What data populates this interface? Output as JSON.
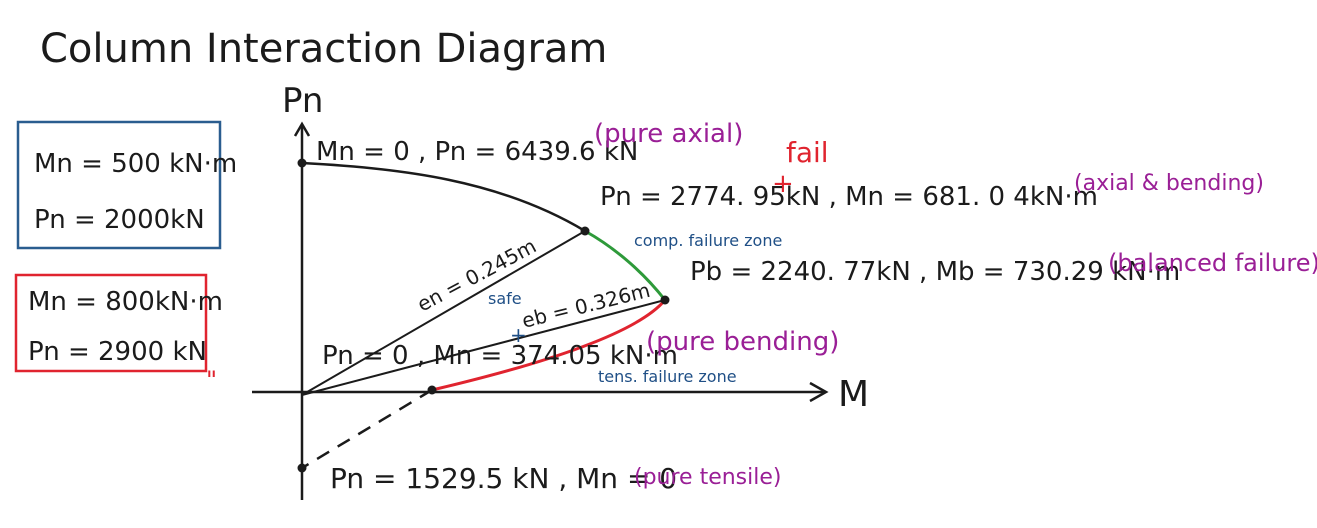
{
  "title": "Column Interaction Diagram",
  "axes": {
    "y_label": "Pn",
    "x_label": "M"
  },
  "box_blue": {
    "line1": "Mn = 500  kN·m",
    "line2": "Pn = 2000kN",
    "color": "#2a5d8f"
  },
  "box_red": {
    "line1": "Mn = 800kN·m",
    "line2": "Pn = 2900 kN",
    "color": "#e0242f",
    "tick": "\""
  },
  "points": {
    "pure_axial": {
      "text": "Mn = 0 , Pn = 6439.6 kN",
      "tag": "(pure axial)"
    },
    "axial_bending": {
      "text": "Pn = 2774. 95kN ,  Mn = 681. 0 4kN·m",
      "tag": "(axial & bending)"
    },
    "balanced": {
      "text": "Pb = 2240. 77kN ,  Mb = 730.29 kN·m",
      "tag": "(balanced failure)"
    },
    "pure_bending": {
      "text": "Pn = 0 ,  Mn = 374.05 kN·m",
      "tag": "(pure bending)"
    },
    "pure_tensile": {
      "text": "Pn  = 1529.5 kN ,  Mn = 0",
      "tag": "(pure tensile)"
    }
  },
  "annotations": {
    "fail": "fail",
    "fail_mark": "+",
    "en": "en = 0.245m",
    "eb": "eb = 0.326m",
    "safe": "safe",
    "safe_mark": "+",
    "comp_zone": "comp. failure zone",
    "tens_zone": "tens. failure zone"
  },
  "colors": {
    "ink": "#1b1b1b",
    "purple": "#9a1f96",
    "blue": "#1f4f86",
    "red": "#e0242f",
    "green": "#2e9a3a",
    "black_curve": "#1b1b1b"
  }
}
